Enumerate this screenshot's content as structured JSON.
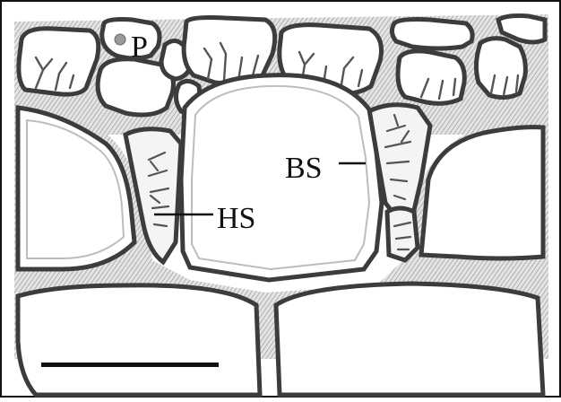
{
  "figure": {
    "labels": {
      "p": "P",
      "bs": "BS",
      "hs": "HS"
    },
    "colors": {
      "background": "#ffffff",
      "ink": "#111111",
      "wall_dark": "#3c3c3c",
      "wall_mid": "#8a8a8a",
      "wall_light": "#d6d6d6"
    }
  }
}
